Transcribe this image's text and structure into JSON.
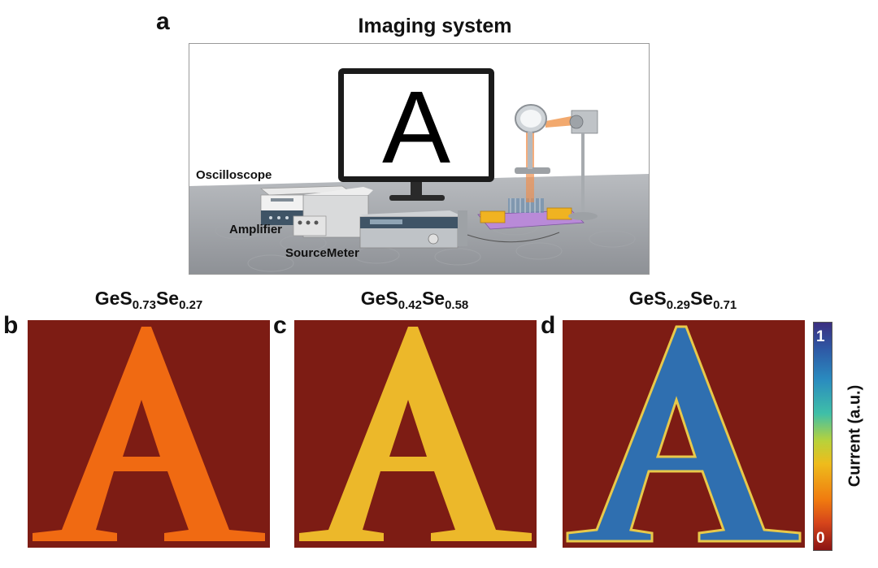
{
  "panel_a": {
    "letter": "a",
    "title": "Imaging system",
    "screen_letter": "A",
    "labels": {
      "oscilloscope": "Oscilloscope",
      "amplifier": "Amplifier",
      "sourcemeter": "SourceMeter"
    }
  },
  "panels": [
    {
      "letter": "b",
      "formula": {
        "base1": "GeS",
        "sub1": "0.73",
        "base2": "Se",
        "sub2": "0.27"
      },
      "background": "#7d1c14",
      "fill": "#f06a12",
      "edge": "#f06a12"
    },
    {
      "letter": "c",
      "formula": {
        "base1": "GeS",
        "sub1": "0.42",
        "base2": "Se",
        "sub2": "0.58"
      },
      "background": "#7d1c14",
      "fill": "#ecb82a",
      "edge": "#ecb82a"
    },
    {
      "letter": "d",
      "formula": {
        "base1": "GeS",
        "sub1": "0.29",
        "base2": "Se",
        "sub2": "0.71"
      },
      "background": "#7d1c14",
      "fill": "#2f6fb0",
      "edge": "#e8c94a"
    }
  ],
  "colorbar": {
    "max_label": "1",
    "min_label": "0",
    "axis_label": "Current (a.u.)"
  }
}
